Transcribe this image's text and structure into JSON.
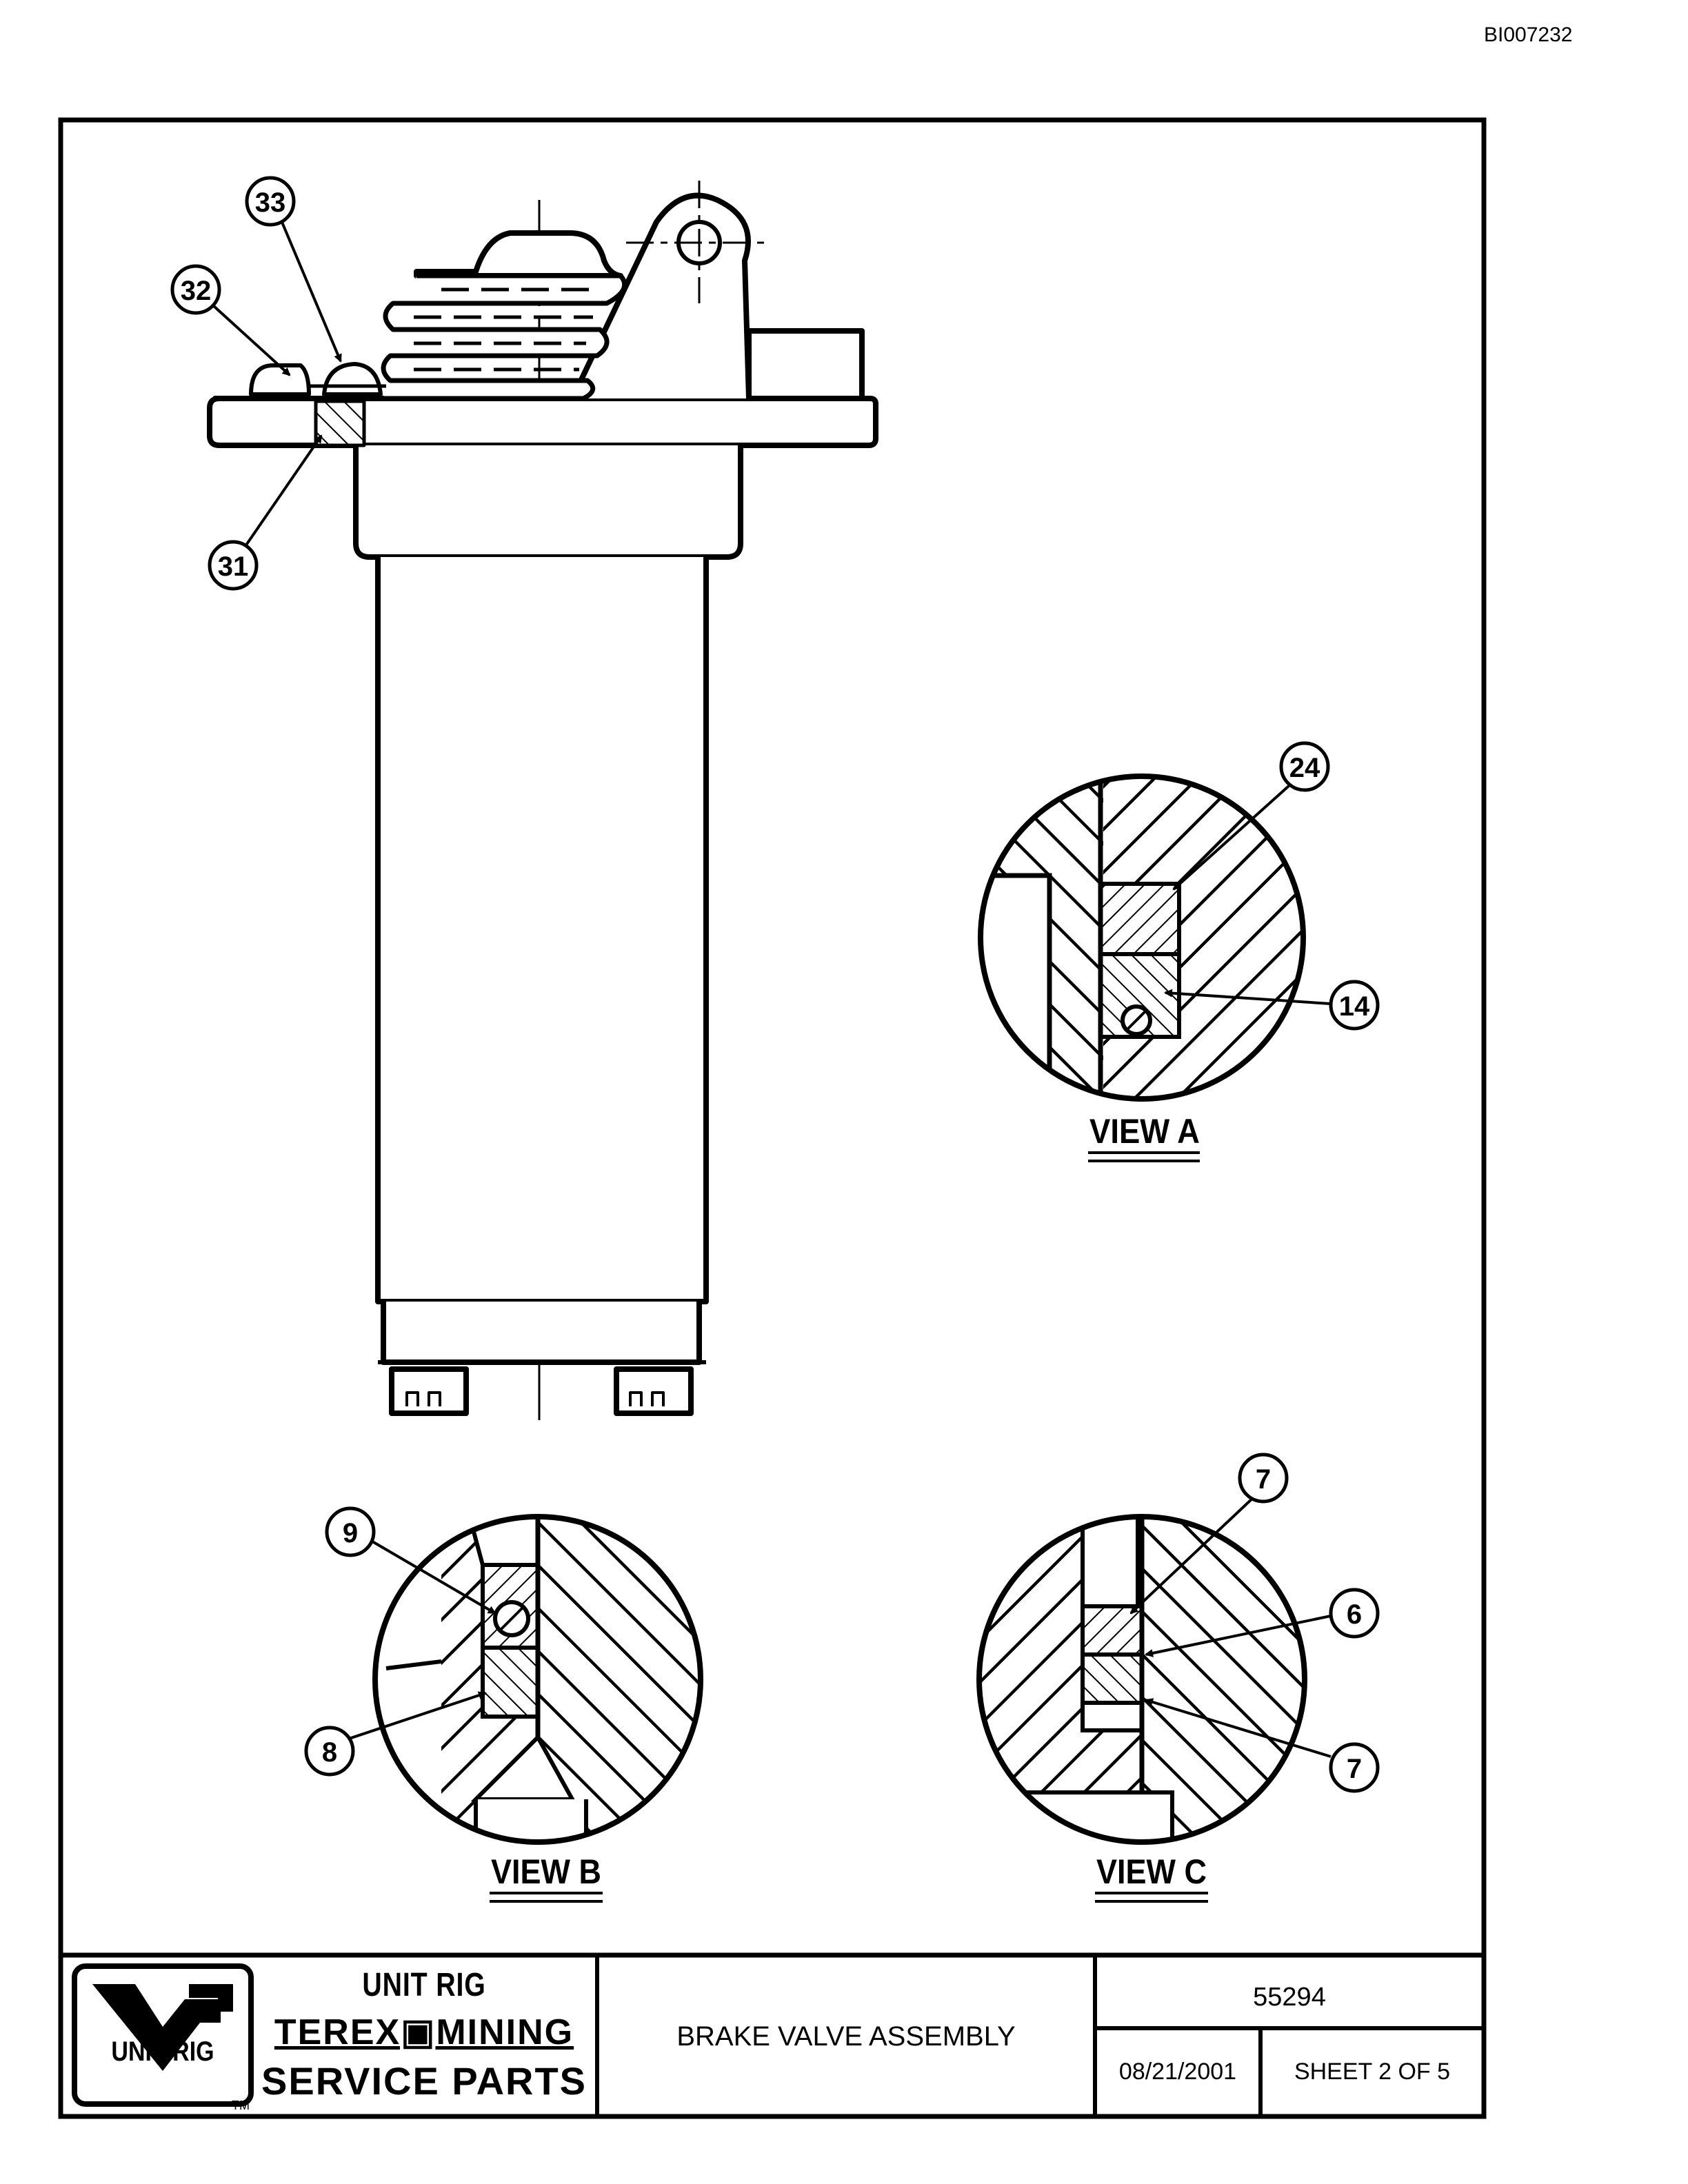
{
  "header": {
    "document_id": "BI007232"
  },
  "callouts": {
    "c33": "33",
    "c32": "32",
    "c31": "31",
    "c24": "24",
    "c14": "14",
    "c9": "9",
    "c8": "8",
    "c7a": "7",
    "c6": "6",
    "c7b": "7"
  },
  "views": {
    "a": "VIEW A",
    "b": "VIEW B",
    "c": "VIEW C"
  },
  "title_block": {
    "logo_text": "UNIT RIG",
    "trademark": "TM",
    "brand_line1": "UNIT RIG",
    "brand_line2": "TEREX▣MINING",
    "brand_line3": "SERVICE PARTS",
    "title": "BRAKE VALVE ASSEMBLY",
    "number": "55294",
    "date": "08/21/2001",
    "sheet": "SHEET 2 OF 5"
  },
  "colors": {
    "ink": "#000000",
    "paper": "#ffffff"
  }
}
